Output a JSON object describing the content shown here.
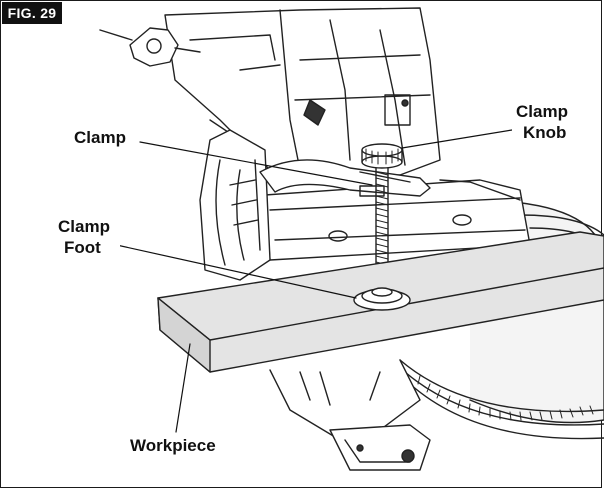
{
  "figure": {
    "badge": "FIG. 29"
  },
  "labels": {
    "clamp": "Clamp",
    "clamp_knob_line1": "Clamp",
    "clamp_knob_line2": "Knob",
    "clamp_foot_line1": "Clamp",
    "clamp_foot_line2": "Foot",
    "workpiece": "Workpiece"
  }
}
